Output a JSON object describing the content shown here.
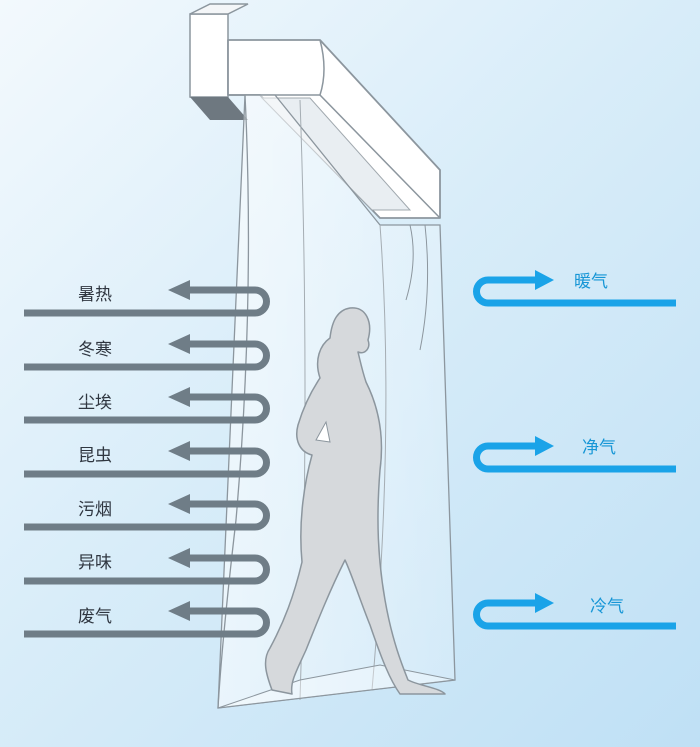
{
  "blocked_items": [
    {
      "label": "暑热"
    },
    {
      "label": "冬寒"
    },
    {
      "label": "尘埃"
    },
    {
      "label": "昆虫"
    },
    {
      "label": "污烟"
    },
    {
      "label": "异味"
    },
    {
      "label": "废气"
    }
  ],
  "inside_items": [
    {
      "label": "暖气"
    },
    {
      "label": "净气"
    },
    {
      "label": "冷气"
    }
  ],
  "colors": {
    "outside_arrow": "#6f7d87",
    "inside_arrow": "#1aa3e8",
    "outline": "#8c969e"
  }
}
